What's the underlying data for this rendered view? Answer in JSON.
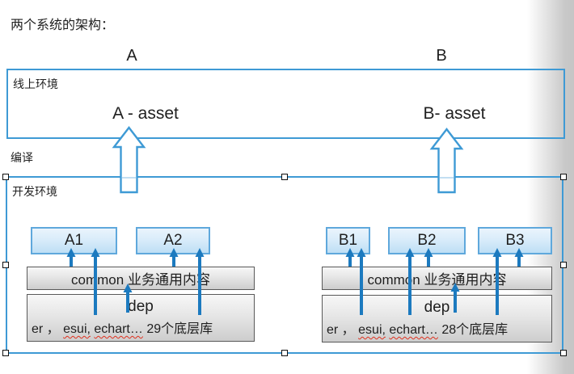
{
  "colors": {
    "accent-blue": "#3E9AD5",
    "arrow-blue": "#1C7ABF",
    "module-border": "#5FA8DC",
    "module-fill-top": "#EAF4FC",
    "module-fill-bottom": "#BEDFF5",
    "gray-border": "#595959",
    "gray-fill-top": "#F7F7F7",
    "gray-fill-bottom": "#CDCDCD",
    "spellcheck-red": "#E0301E",
    "text-color": "#1F1F1F"
  },
  "title": "两个系统的架构：",
  "systems": {
    "a": "A",
    "b": "B"
  },
  "online_env": {
    "label": "线上环境",
    "a_asset": "A - asset",
    "b_asset": "B- asset"
  },
  "compile_label": "编译",
  "dev_env": {
    "label": "开发环境",
    "group_a": {
      "modules": [
        "A1",
        "A2"
      ],
      "common": "common 业务通用内容",
      "dep": {
        "title": "dep",
        "line_start": "er ，",
        "lib1": "esui,",
        "lib2": "echart…",
        "line_end": "29个底层库"
      }
    },
    "group_b": {
      "modules": [
        "B1",
        "B2",
        "B3"
      ],
      "common": "common 业务通用内容",
      "dep": {
        "title": "dep",
        "line_start": "er ，",
        "lib1": "esui,",
        "lib2": "echart…",
        "line_end": "28个底层库"
      }
    }
  }
}
